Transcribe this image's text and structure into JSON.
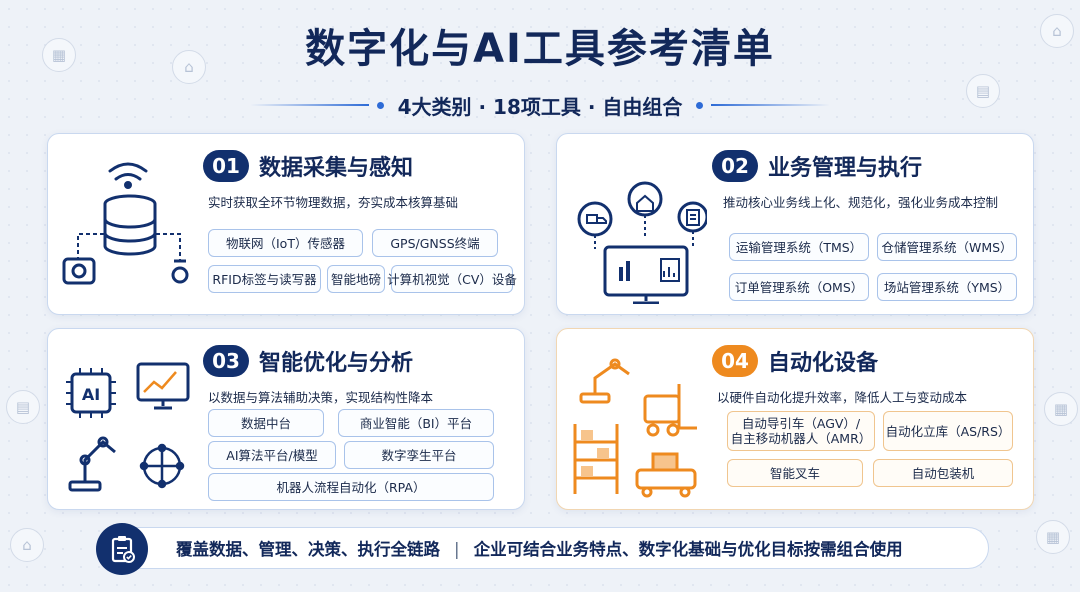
{
  "header": {
    "title": "数字化与AI工具参考清单",
    "subtitle": "4大类别 · 18项工具 · 自由组合"
  },
  "cards": [
    {
      "num": "01",
      "title": "数据采集与感知",
      "desc": "实时获取全环节物理数据，夯实成本核算基础",
      "tags": [
        "物联网（IoT）传感器",
        "GPS/GNSS终端",
        "RFID标签与读写器",
        "智能地磅",
        "计算机视觉（CV）设备"
      ]
    },
    {
      "num": "02",
      "title": "业务管理与执行",
      "desc": "推动核心业务线上化、规范化，强化业务成本控制",
      "tags": [
        "运输管理系统（TMS）",
        "仓储管理系统（WMS）",
        "订单管理系统（OMS）",
        "场站管理系统（YMS）"
      ]
    },
    {
      "num": "03",
      "title": "智能优化与分析",
      "desc": "以数据与算法辅助决策，实现结构性降本",
      "tags": [
        "数据中台",
        "商业智能（BI）平台",
        "AI算法平台/模型",
        "数字孪生平台",
        "机器人流程自动化（RPA）"
      ]
    },
    {
      "num": "04",
      "title": "自动化设备",
      "desc": "以硬件自动化提升效率，降低人工与变动成本",
      "tags": [
        "自动导引车（AGV）/",
        "自主移动机器人（AMR）",
        "自动化立库（AS/RS）",
        "智能叉车",
        "自动包装机"
      ]
    }
  ],
  "illus": {
    "ai_label": "AI"
  },
  "footer": {
    "left": "覆盖数据、管理、决策、执行全链路",
    "sep": "|",
    "right": "企业可结合业务特点、数字化基础与优化目标按需组合使用"
  },
  "colors": {
    "navy": "#12306e",
    "accent_blue": "#2e6bd6",
    "orange": "#ee8a1f"
  },
  "icons": [
    "wifi-icon",
    "database-icon",
    "camera-icon",
    "scale-icon",
    "truck-icon",
    "warehouse-icon",
    "checklist-icon",
    "monitor-chart-icon",
    "ai-chip-icon",
    "robot-arm-icon",
    "network-globe-icon",
    "forklift-icon",
    "shelf-icon",
    "agv-icon",
    "clipboard-check-icon"
  ]
}
